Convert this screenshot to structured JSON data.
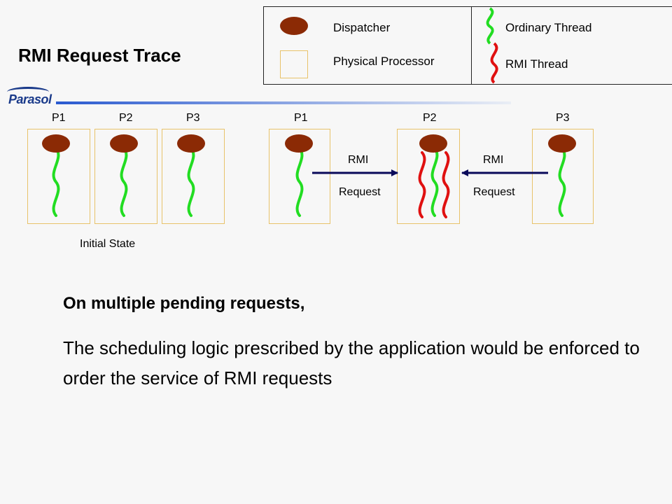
{
  "title": "RMI Request Trace",
  "logo": "Parasol",
  "legend": {
    "dispatcher": "Dispatcher",
    "physical_processor": "Physical Processor",
    "ordinary_thread": "Ordinary Thread",
    "rmi_thread": "RMI Thread"
  },
  "processors_initial": [
    "P1",
    "P2",
    "P3"
  ],
  "processors_after": [
    "P1",
    "P2",
    "P3"
  ],
  "initial_state_label": "Initial State",
  "rmi_arrows": [
    {
      "line1": "RMI",
      "line2": "Request"
    },
    {
      "line1": "RMI",
      "line2": "Request"
    }
  ],
  "heading": "On multiple pending requests,",
  "paragraph": "The scheduling logic prescribed by the application would be enforced to order the service of RMI requests",
  "colors": {
    "dispatcher": "#8b2a05",
    "ordinary_thread": "#22dd22",
    "rmi_thread": "#e01010",
    "arrow": "#0a0a5a",
    "processor_border": "#e8c26a"
  }
}
